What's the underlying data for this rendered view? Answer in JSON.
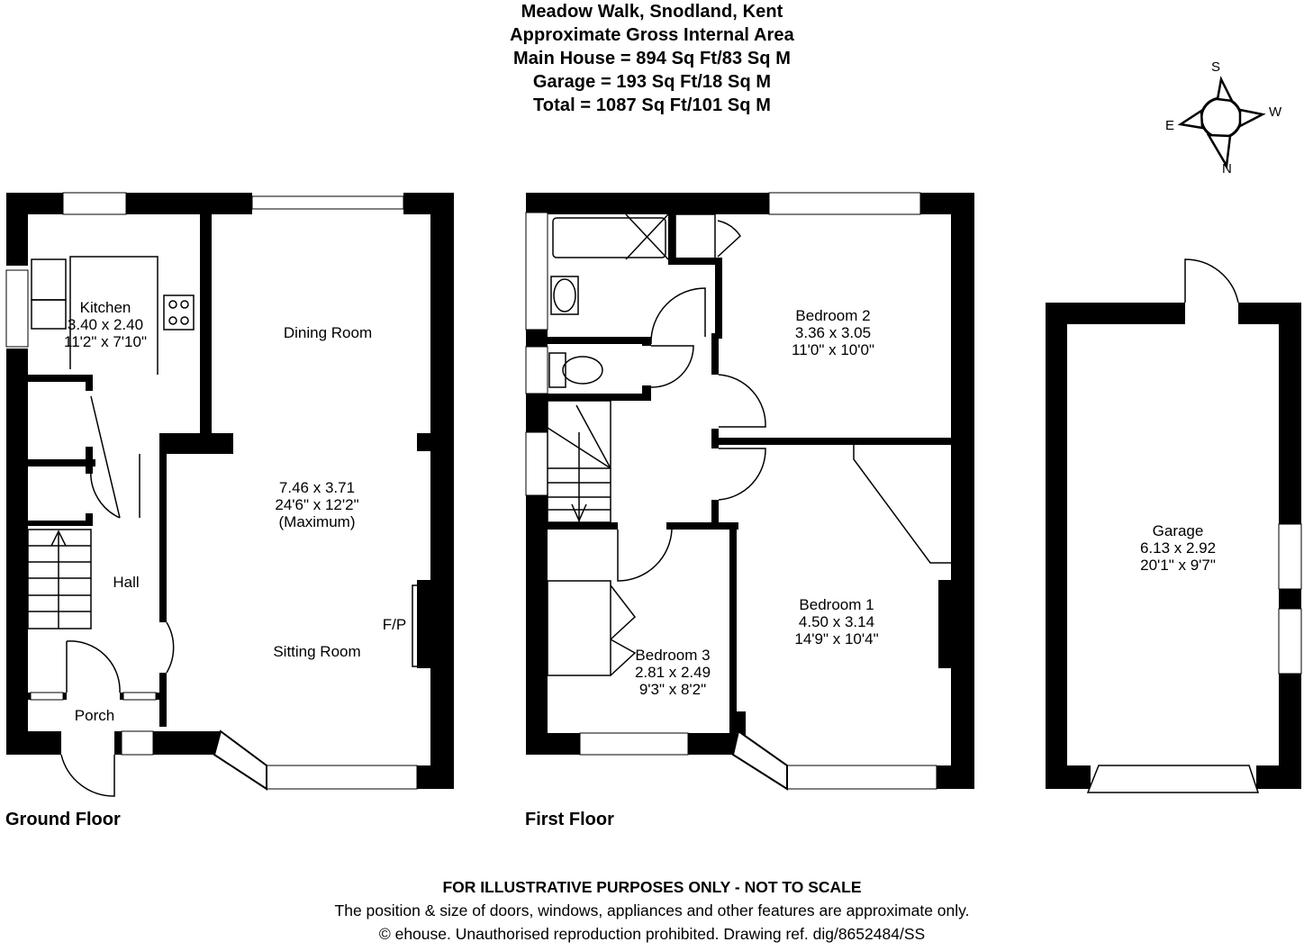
{
  "header": {
    "address": "Meadow Walk, Snodland, Kent",
    "subtitle": "Approximate Gross Internal Area",
    "main_house": "Main House = 894 Sq Ft/83 Sq M",
    "garage": "Garage = 193 Sq Ft/18 Sq M",
    "total": "Total = 1087 Sq Ft/101 Sq M"
  },
  "compass": {
    "top": "S",
    "right": "W",
    "bottom": "N",
    "left": "E"
  },
  "floors": {
    "ground": {
      "label": "Ground Floor",
      "rooms": {
        "kitchen": {
          "name": "Kitchen",
          "metric": "3.40 x 2.40",
          "imperial": "11'2\" x 7'10\""
        },
        "dining": {
          "name": "Dining Room"
        },
        "living": {
          "metric": "7.46 x 3.71",
          "imperial": "24'6\" x 12'2\"",
          "note": "(Maximum)"
        },
        "sitting": {
          "name": "Sitting Room"
        },
        "fireplace": {
          "name": "F/P"
        },
        "hall": {
          "name": "Hall"
        },
        "porch": {
          "name": "Porch"
        }
      }
    },
    "first": {
      "label": "First Floor",
      "rooms": {
        "bedroom2": {
          "name": "Bedroom 2",
          "metric": "3.36 x 3.05",
          "imperial": "11'0\" x 10'0\""
        },
        "bedroom1": {
          "name": "Bedroom 1",
          "metric": "4.50 x 3.14",
          "imperial": "14'9\" x 10'4\""
        },
        "bedroom3": {
          "name": "Bedroom 3",
          "metric": "2.81 x 2.49",
          "imperial": "9'3\" x 8'2\""
        }
      }
    },
    "garage": {
      "rooms": {
        "garage": {
          "name": "Garage",
          "metric": "6.13 x 2.92",
          "imperial": "20'1\" x 9'7\""
        }
      }
    }
  },
  "footer": {
    "disclaimer": "FOR ILLUSTRATIVE PURPOSES ONLY - NOT TO SCALE",
    "note": "The position & size of doors, windows, appliances and other features are approximate only.",
    "copyright": "© ehouse. Unauthorised reproduction prohibited. Drawing ref. dig/8652484/SS"
  },
  "colors": {
    "wall": "#000000",
    "background": "#ffffff"
  }
}
